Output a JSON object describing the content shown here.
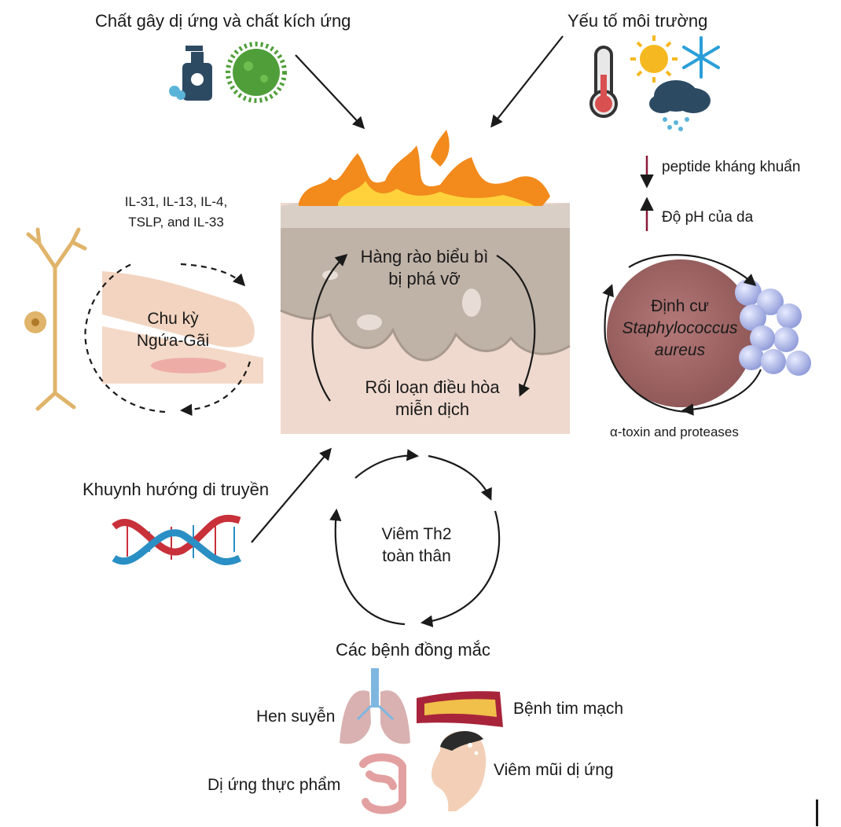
{
  "allergens": {
    "label": "Chất gây dị ứng và chất kích ứng"
  },
  "environment": {
    "label": "Yếu tố môi trường"
  },
  "skin": {
    "barrier_line1": "Hàng rào biểu bì",
    "barrier_line2": "bị phá vỡ",
    "immune_line1": "Rối loạn điều hòa",
    "immune_line2": "miễn dịch"
  },
  "itch": {
    "cytokines_line1": "IL-31, IL-13, IL-4,",
    "cytokines_line2": "TSLP, and IL-33",
    "cycle_line1": "Chu kỳ",
    "cycle_line2": "Ngứa-Gãi"
  },
  "staph": {
    "peptide": "peptide kháng khuẩn",
    "ph": "Độ pH của da",
    "line1": "Định cư",
    "line2": "Staphylococcus",
    "line3": "aureus",
    "toxin": "α-toxin and proteases"
  },
  "genetic": {
    "label": "Khuynh hướng di truyền"
  },
  "th2": {
    "line1": "Viêm Th2",
    "line2": "toàn thân"
  },
  "comorbid": {
    "title": "Các bệnh đồng mắc",
    "asthma": "Hen suyễn",
    "cardio": "Bệnh tim mạch",
    "food": "Dị ứng thực phẩm",
    "rhinitis": "Viêm mũi dị ứng"
  },
  "colors": {
    "arrow": "#1a1a1a",
    "flame_outer": "#f28a1c",
    "flame_inner": "#ffd23c",
    "skin_top": "#d9cfc6",
    "skin_mid": "#bfb2a7",
    "skin_dermis": "#efd9cf",
    "down_arrow": "#8a1a3a",
    "staph_disc": "#a86a6a",
    "bacteria": "#b9c2ec",
    "dna_red": "#c8303a",
    "dna_blue": "#2a8fc4"
  },
  "icons": [
    "soap-bottle-icon",
    "pollen-icon",
    "thermometer-icon",
    "sun-icon",
    "snowflake-icon",
    "rain-cloud-icon",
    "neuron-icon",
    "dna-icon",
    "lungs-icon",
    "artery-icon",
    "intestine-icon",
    "head-icon"
  ]
}
